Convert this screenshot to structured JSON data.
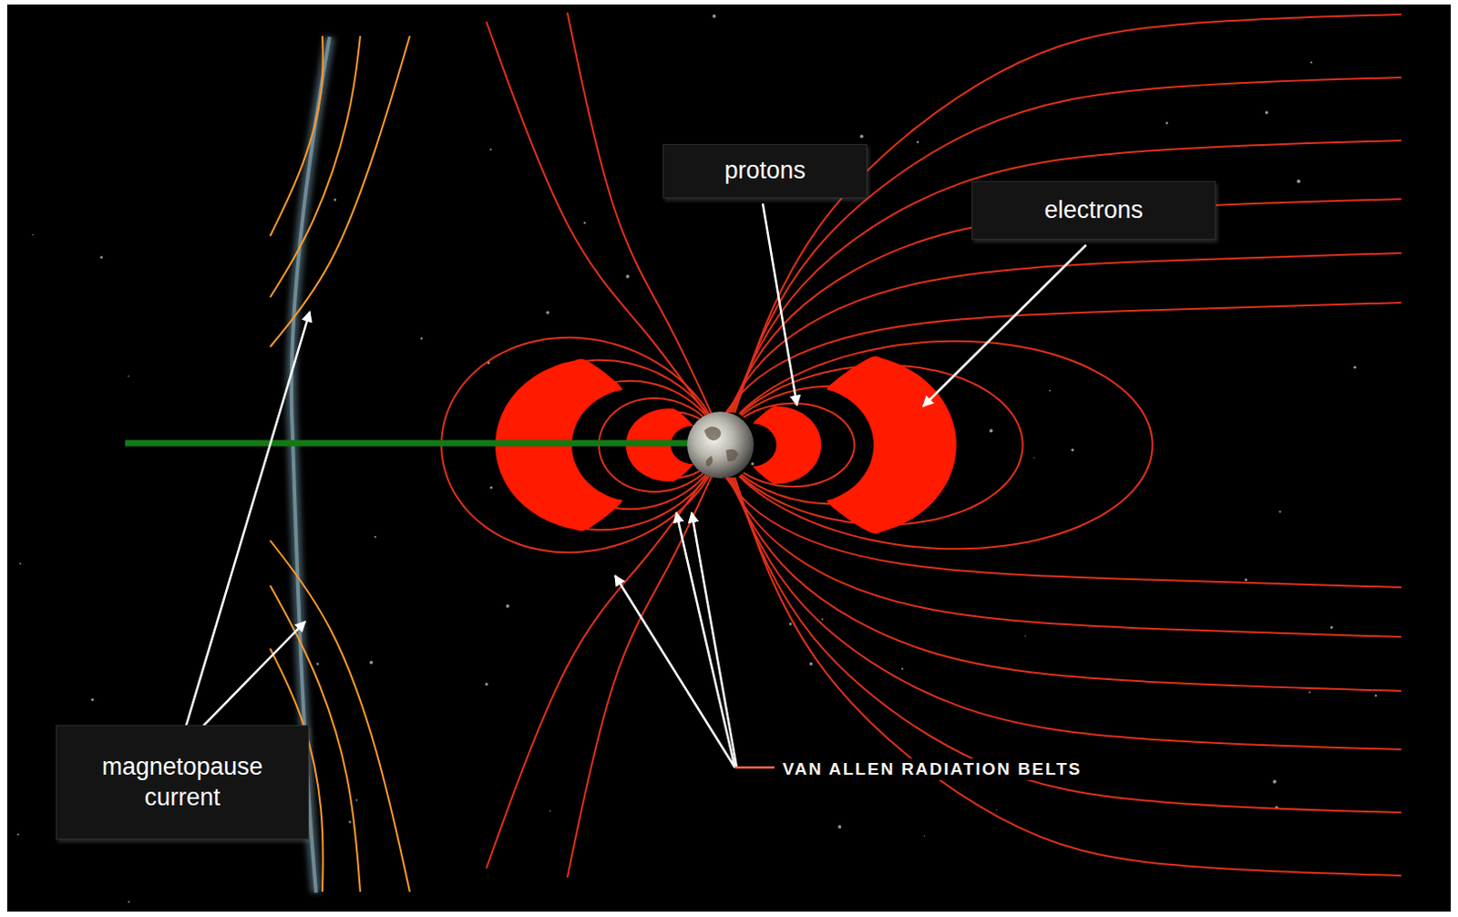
{
  "diagram": {
    "labels": [
      "protons",
      "electrons",
      "magnetopause current",
      "VAN ALLEN RADIATION BELTS"
    ]
  }
}
